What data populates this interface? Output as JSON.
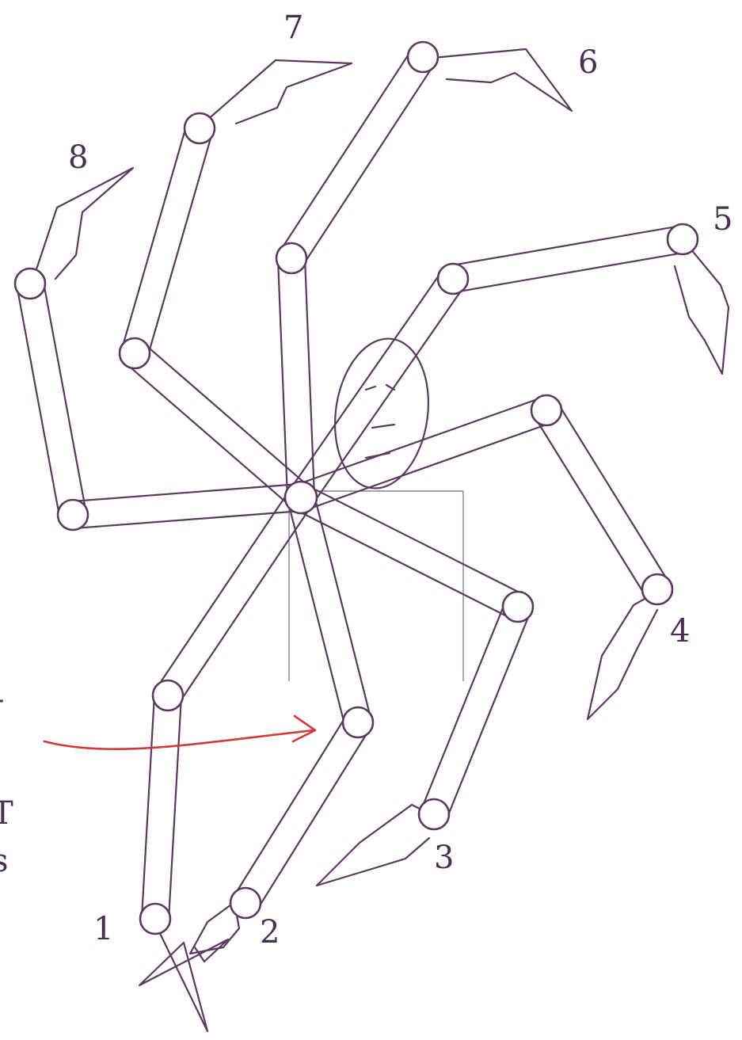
{
  "accent_colors": {
    "ink": "#5a3a5e",
    "arrow": "#d03a3a"
  },
  "legs": [
    {
      "label": "1"
    },
    {
      "label": "2"
    },
    {
      "label": "3"
    },
    {
      "label": "4"
    },
    {
      "label": "5"
    },
    {
      "label": "6"
    },
    {
      "label": "7"
    },
    {
      "label": "8"
    }
  ],
  "edge_marks": [
    "-",
    "T",
    "s"
  ]
}
